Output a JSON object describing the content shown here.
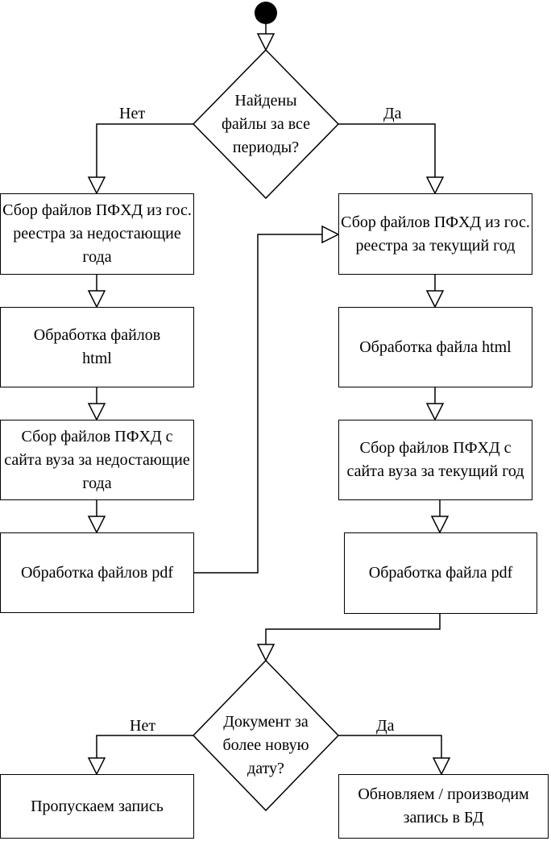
{
  "decisions": {
    "periods": {
      "text": "Найдены файлы за все периоды?",
      "no_label": "Нет",
      "yes_label": "Да"
    },
    "newer_date": {
      "text": "Документ за более новую дату?",
      "no_label": "Нет",
      "yes_label": "Да"
    }
  },
  "left_branch": {
    "collect_registry": "Сбор файлов ПФХД из гос. реестра за недостающие года",
    "process_html": "Обработка файлов html",
    "collect_university": "Сбор файлов ПФХД с сайта вуза за недостающие года",
    "process_pdf": "Обработка файлов pdf"
  },
  "right_branch": {
    "collect_registry": "Сбор файлов ПФХД из гос. реестра за текущий год",
    "process_html": "Обработка файла html",
    "collect_university": "Сбор файлов ПФХД с сайта вуза за текущий год",
    "process_pdf": "Обработка файла pdf"
  },
  "outcomes": {
    "skip": "Пропускаем запись",
    "update": "Обновляем / производим запись в БД"
  }
}
